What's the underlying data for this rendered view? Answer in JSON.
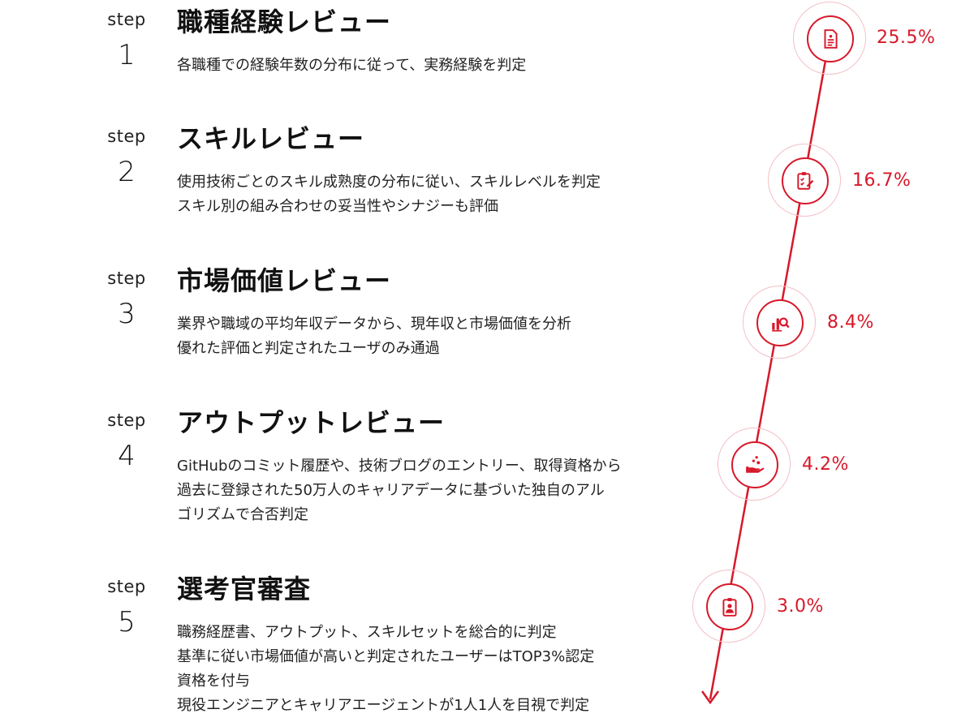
{
  "accent_color": "#d7182a",
  "steps": [
    {
      "label": "step",
      "number": "1",
      "title": "職種経験レビュー",
      "description": [
        "各職種での経験年数の分布に従って、実務経験を判定"
      ],
      "percentage": "25.5%",
      "icon": "document-icon"
    },
    {
      "label": "step",
      "number": "2",
      "title": "スキルレビュー",
      "description": [
        "使用技術ごとのスキル成熟度の分布に従い、スキルレベルを判定",
        "スキル別の組み合わせの妥当性やシナジーも評価"
      ],
      "percentage": "16.7%",
      "icon": "clipboard-edit-icon"
    },
    {
      "label": "step",
      "number": "3",
      "title": "市場価値レビュー",
      "description": [
        "業界や職域の平均年収データから、現年収と市場価値を分析",
        "優れた評価と判定されたユーザのみ通過"
      ],
      "percentage": "8.4%",
      "icon": "chart-search-icon"
    },
    {
      "label": "step",
      "number": "4",
      "title": "アウトプットレビュー",
      "description": [
        "GitHubのコミット履歴や、技術ブログのエントリー、取得資格から",
        "過去に登録された50万人のキャリアデータに基づいた独自のアル",
        "ゴリズムで合否判定"
      ],
      "percentage": "4.2%",
      "icon": "hand-sparkle-icon"
    },
    {
      "label": "step",
      "number": "5",
      "title": "選考官審査",
      "description": [
        "職務経歴書、アウトプット、スキルセットを総合的に判定",
        "基準に従い市場価値が高いと判定されたユーザーはTOP3%認定",
        "資格を付与",
        "現役エンジニアとキャリアエージェントが1人1人を目視で判定"
      ],
      "percentage": "3.0%",
      "icon": "id-badge-icon"
    }
  ]
}
